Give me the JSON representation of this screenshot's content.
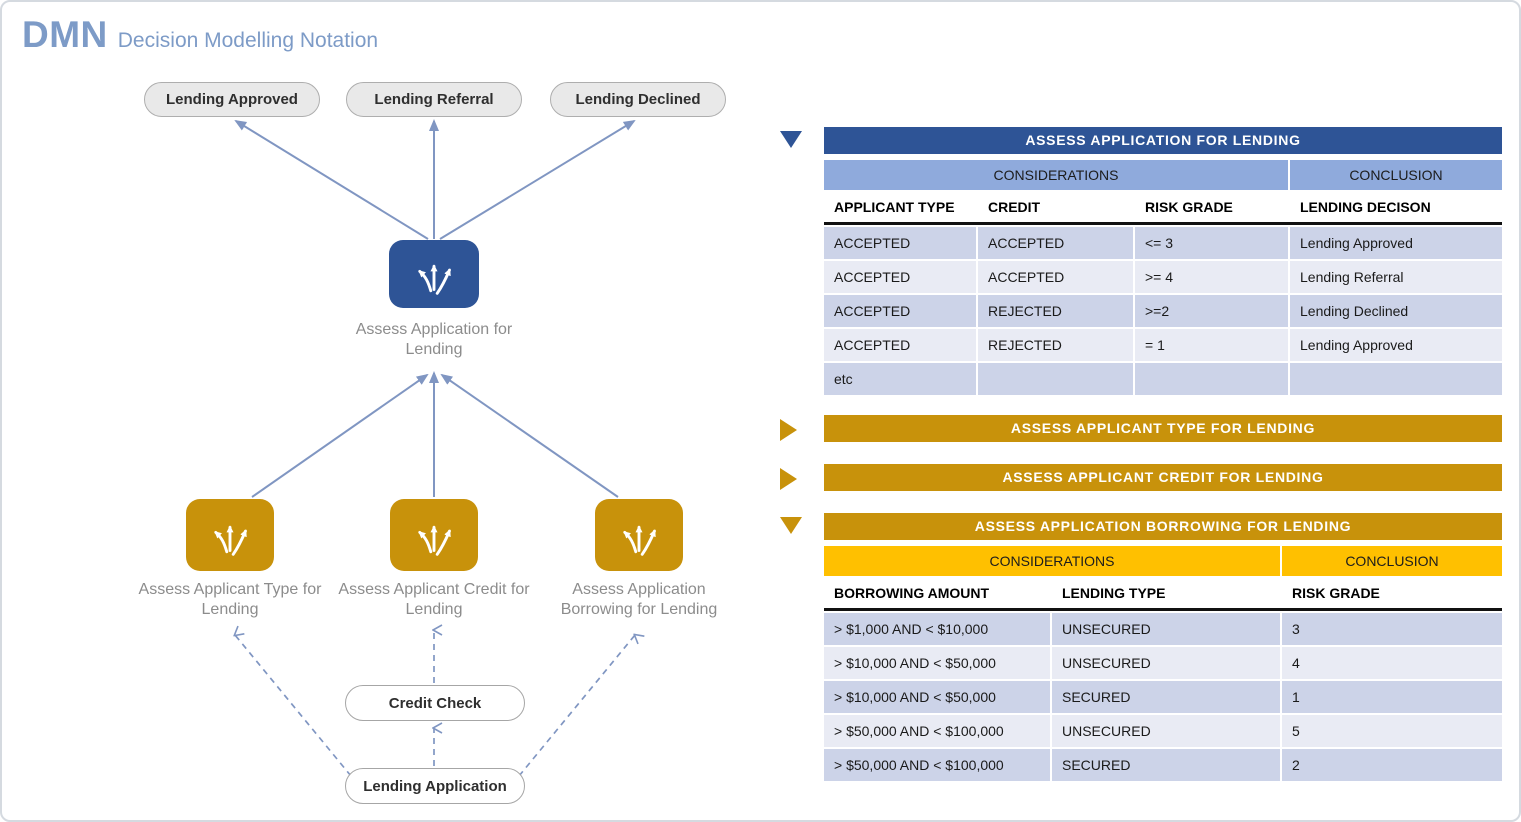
{
  "header": {
    "logo": "DMN",
    "subtitle": "Decision Modelling Notation"
  },
  "colors": {
    "accent_blue": "#2e5496",
    "accent_gold": "#c8920b",
    "highlight_yellow": "#ffc000",
    "subheader_blue": "#8faadc",
    "row_band_dark": "#ccd3e8",
    "row_band_light": "#e9ebf4",
    "arrow": "#8096c2",
    "title_text": "#7d9bc7"
  },
  "diagram": {
    "outputs": [
      {
        "label": "Lending Approved"
      },
      {
        "label": "Lending Referral"
      },
      {
        "label": "Lending Declined"
      }
    ],
    "main_decision": {
      "label": "Assess Application for Lending",
      "icon": "split-arrows-icon"
    },
    "sub_decisions": [
      {
        "label": "Assess Applicant Type for Lending",
        "icon": "split-arrows-icon"
      },
      {
        "label": "Assess Applicant Credit for Lending",
        "icon": "split-arrows-icon"
      },
      {
        "label": "Assess Application Borrowing for Lending",
        "icon": "split-arrows-icon"
      }
    ],
    "inputs": [
      {
        "label": "Credit Check"
      },
      {
        "label": "Lending Application"
      }
    ]
  },
  "panels": [
    {
      "title": "ASSESS APPLICATION FOR LENDING",
      "state": "expanded",
      "groups": {
        "considerations": "CONSIDERATIONS",
        "conclusion": "CONCLUSION"
      },
      "columns": [
        "APPLICANT TYPE",
        "CREDIT",
        "RISK GRADE",
        "LENDING DECISON"
      ],
      "rows": [
        [
          "ACCEPTED",
          "ACCEPTED",
          "<= 3",
          "Lending Approved"
        ],
        [
          "ACCEPTED",
          "ACCEPTED",
          ">= 4",
          "Lending Referral"
        ],
        [
          "ACCEPTED",
          "REJECTED",
          ">=2",
          "Lending Declined"
        ],
        [
          "ACCEPTED",
          "REJECTED",
          "= 1",
          "Lending Approved"
        ],
        [
          "etc",
          "",
          "",
          ""
        ]
      ]
    },
    {
      "title": "ASSESS APPLICANT TYPE FOR LENDING",
      "state": "collapsed"
    },
    {
      "title": "ASSESS APPLICANT CREDIT FOR LENDING",
      "state": "collapsed"
    },
    {
      "title": "ASSESS APPLICATION BORROWING FOR LENDING",
      "state": "expanded",
      "groups": {
        "considerations": "CONSIDERATIONS",
        "conclusion": "CONCLUSION"
      },
      "columns": [
        "BORROWING AMOUNT",
        "LENDING TYPE",
        "RISK GRADE"
      ],
      "rows": [
        [
          "> $1,000 AND < $10,000",
          "UNSECURED",
          "3"
        ],
        [
          "> $10,000 AND < $50,000",
          "UNSECURED",
          "4"
        ],
        [
          "> $10,000 AND < $50,000",
          "SECURED",
          "1"
        ],
        [
          "> $50,000 AND < $100,000",
          "UNSECURED",
          "5"
        ],
        [
          "> $50,000 AND < $100,000",
          "SECURED",
          "2"
        ]
      ]
    }
  ]
}
